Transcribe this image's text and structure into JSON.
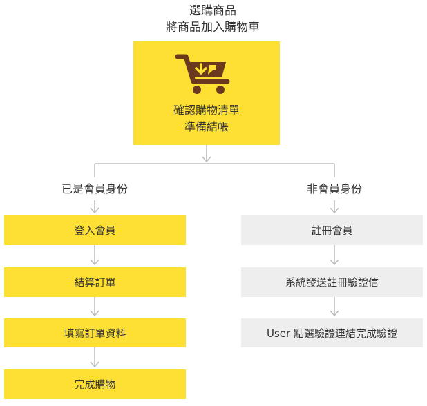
{
  "header": {
    "line1": "選購商品",
    "line2": "將商品加入購物車"
  },
  "hero": {
    "icon": "shopping-cart-download-icon",
    "line1": "確認購物清單",
    "line2": "準備結帳"
  },
  "branches": {
    "member": {
      "label": "已是會員身份",
      "steps": [
        "登入會員",
        "結算訂單",
        "填寫訂單資料",
        "完成購物"
      ]
    },
    "guest": {
      "label": "非會員身份",
      "steps": [
        "註冊會員",
        "系統發送註冊驗證信",
        "User 點選驗證連結完成驗證"
      ]
    }
  },
  "colors": {
    "accent_yellow": "#FEE034",
    "step_gray": "#EEEEEE",
    "icon_brown": "#6B3A1E",
    "connector": "#BBBBBB",
    "text": "#333333"
  }
}
